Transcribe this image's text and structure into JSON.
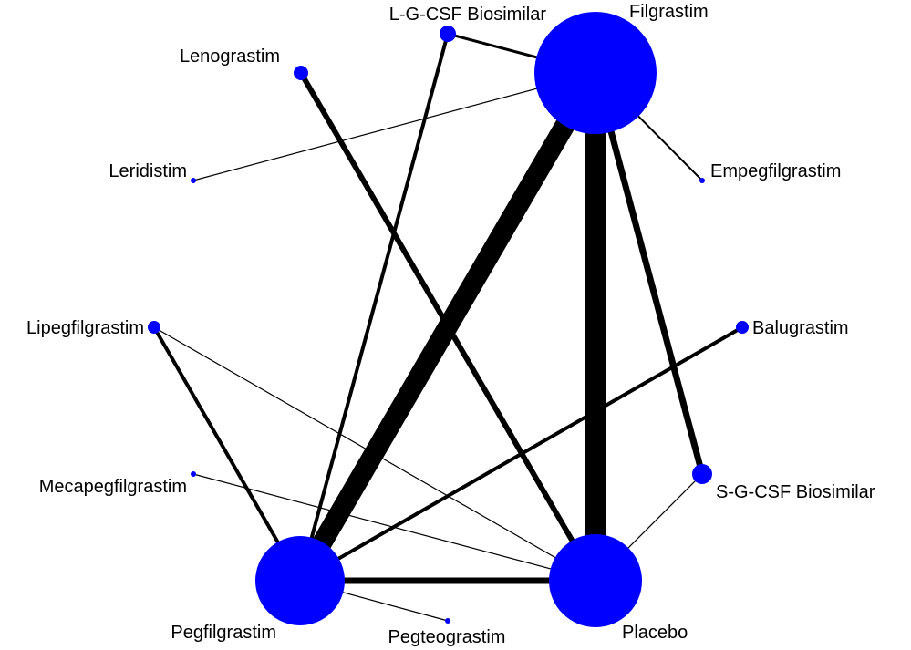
{
  "colors": {
    "node_fill": "#0000ff",
    "edge_stroke": "#000000",
    "label_text": "#000000",
    "background": "#ffffff"
  },
  "nodes": [
    {
      "id": "filgrastim",
      "label": "Filgrastim"
    },
    {
      "id": "l-g-csf-biosimilar",
      "label": "L-G-CSF Biosimilar"
    },
    {
      "id": "lenograstim",
      "label": "Lenograstim"
    },
    {
      "id": "leridistim",
      "label": "Leridistim"
    },
    {
      "id": "empegfilgrastim",
      "label": "Empegfilgrastim"
    },
    {
      "id": "lipegfilgrastim",
      "label": "Lipegfilgrastim"
    },
    {
      "id": "balugrastim",
      "label": "Balugrastim"
    },
    {
      "id": "mecapegfilgrastim",
      "label": "Mecapegfilgrastim"
    },
    {
      "id": "s-g-csf-biosimilar",
      "label": "S-G-CSF Biosimilar"
    },
    {
      "id": "pegfilgrastim",
      "label": "Pegfilgrastim"
    },
    {
      "id": "pegteograstim",
      "label": "Pegteograstim"
    },
    {
      "id": "placebo",
      "label": "Placebo"
    }
  ],
  "edges": [
    {
      "from": "l-g-csf-biosimilar",
      "to": "filgrastim"
    },
    {
      "from": "leridistim",
      "to": "filgrastim"
    },
    {
      "from": "filgrastim",
      "to": "empegfilgrastim"
    },
    {
      "from": "filgrastim",
      "to": "pegfilgrastim"
    },
    {
      "from": "filgrastim",
      "to": "placebo"
    },
    {
      "from": "filgrastim",
      "to": "s-g-csf-biosimilar"
    },
    {
      "from": "l-g-csf-biosimilar",
      "to": "pegfilgrastim"
    },
    {
      "from": "lenograstim",
      "to": "placebo"
    },
    {
      "from": "lipegfilgrastim",
      "to": "pegfilgrastim"
    },
    {
      "from": "lipegfilgrastim",
      "to": "placebo"
    },
    {
      "from": "balugrastim",
      "to": "pegfilgrastim"
    },
    {
      "from": "mecapegfilgrastim",
      "to": "placebo"
    },
    {
      "from": "s-g-csf-biosimilar",
      "to": "placebo"
    },
    {
      "from": "pegfilgrastim",
      "to": "placebo"
    },
    {
      "from": "pegfilgrastim",
      "to": "pegteograstim"
    }
  ]
}
